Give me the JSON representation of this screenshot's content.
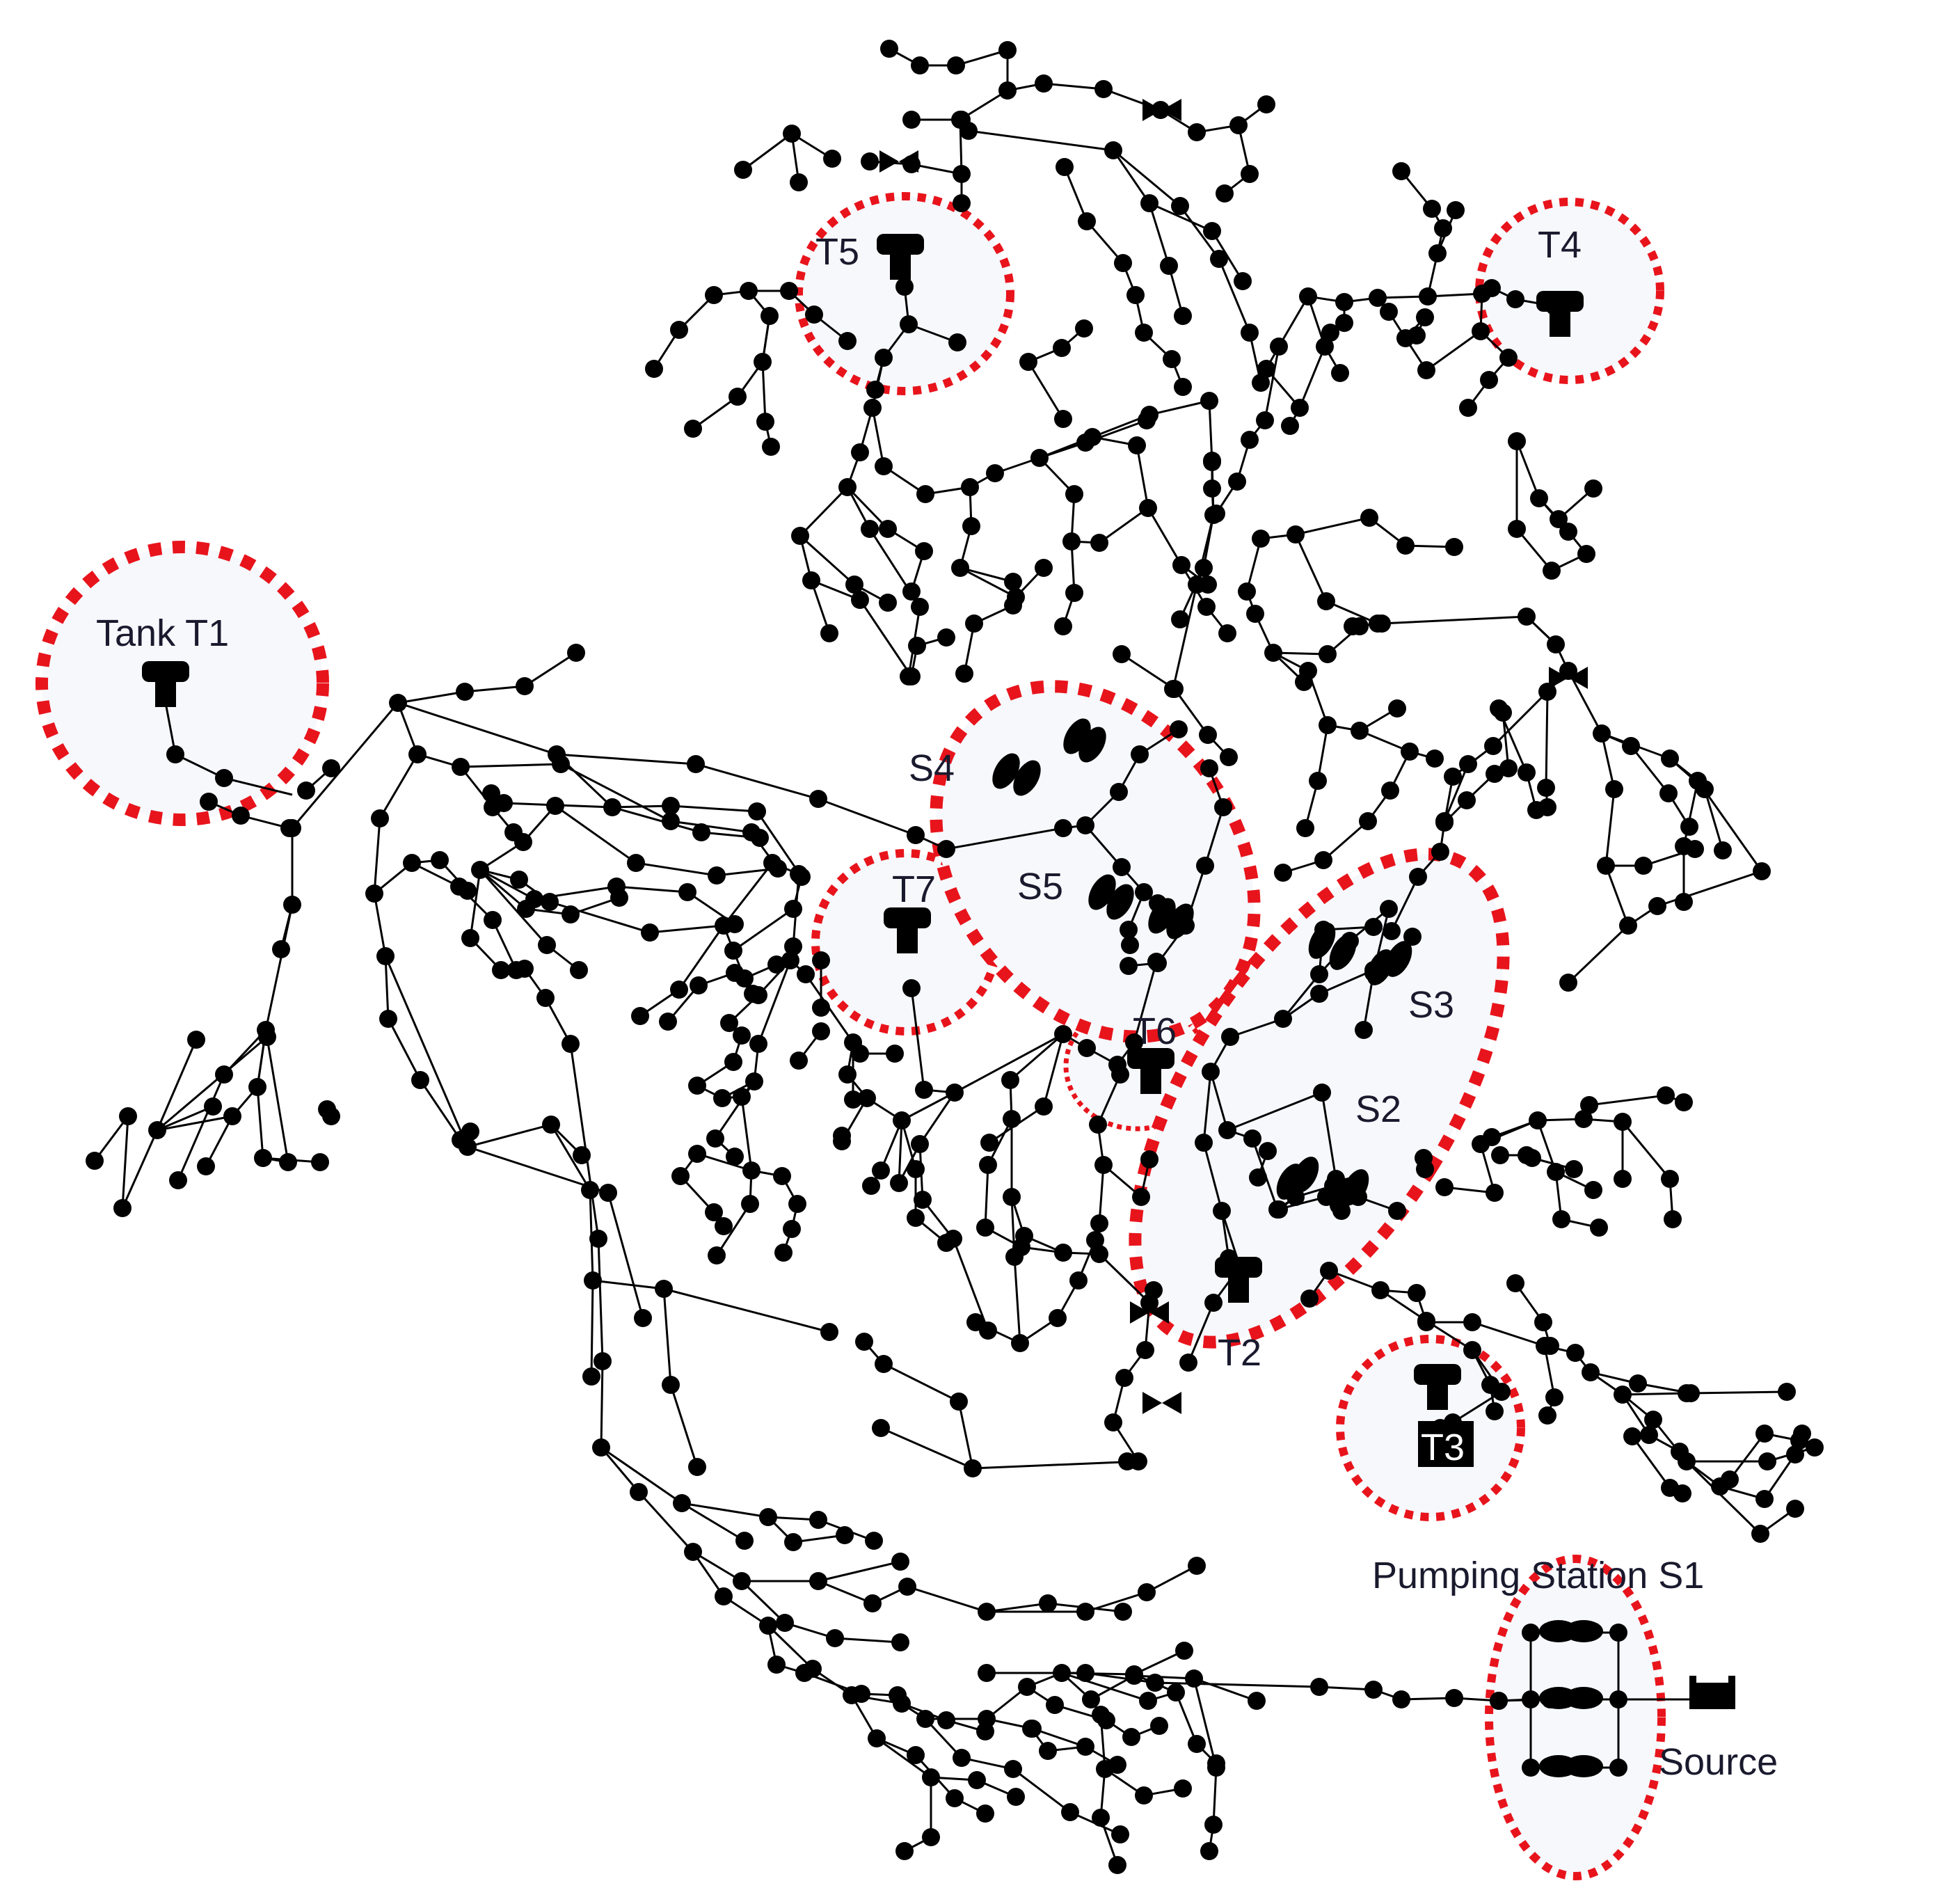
{
  "labels": {
    "tank_t1": "Tank T1",
    "t2": "T2",
    "t3": "T3",
    "t4": "T4",
    "t5": "T5",
    "t6": "T6",
    "t7": "T7",
    "s2": "S2",
    "s3": "S3",
    "s4": "S4",
    "s5": "S5",
    "pumping_station_s1": "Pumping Station S1",
    "source": "Source"
  },
  "colors": {
    "network": "#000000",
    "highlight_stroke": "#e8141c",
    "highlight_fill": "#f6f8fc",
    "label_text": "#1a1a2e"
  },
  "icons": {
    "tank": "tank-icon",
    "reservoir": "reservoir-icon",
    "valve": "valve-icon",
    "pump": "pump-icon",
    "junction": "junction-node"
  }
}
